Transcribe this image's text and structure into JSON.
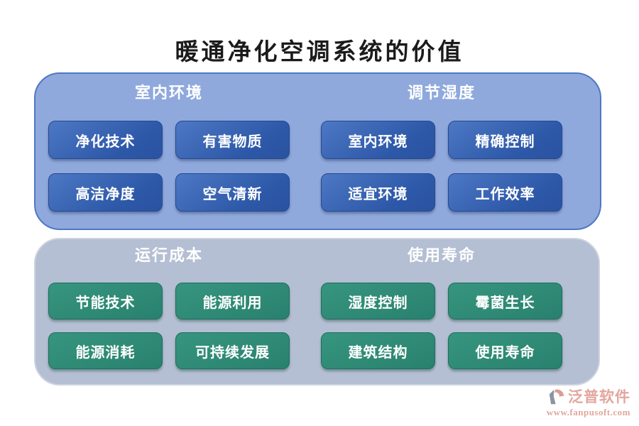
{
  "title": "暖通净化空调系统的价值",
  "colors": {
    "top_panel_bg": "#8FA9DC",
    "top_panel_border": "#5077C5",
    "blue_button": "#2F5AA9",
    "bottom_panel_bg": "#B5BFD3",
    "green_button": "#2E8C7A",
    "button_text": "#FFFFFF",
    "brand_text": "#E3A69D",
    "title_text": "#1B1B1B"
  },
  "panels": [
    {
      "id": "top",
      "sections": [
        {
          "header": "室内环境",
          "buttons": [
            "净化技术",
            "有害物质",
            "高洁净度",
            "空气清新"
          ]
        },
        {
          "header": "调节湿度",
          "buttons": [
            "室内环境",
            "精确控制",
            "适宜环境",
            "工作效率"
          ]
        }
      ]
    },
    {
      "id": "bottom",
      "sections": [
        {
          "header": "运行成本",
          "buttons": [
            "节能技术",
            "能源利用",
            "能源消耗",
            "可持续发展"
          ]
        },
        {
          "header": "使用寿命",
          "buttons": [
            "湿度控制",
            "霉菌生长",
            "建筑结构",
            "使用寿命"
          ]
        }
      ]
    }
  ],
  "footer": {
    "brand": "泛普软件",
    "url": "www.fanpusoft.com"
  }
}
